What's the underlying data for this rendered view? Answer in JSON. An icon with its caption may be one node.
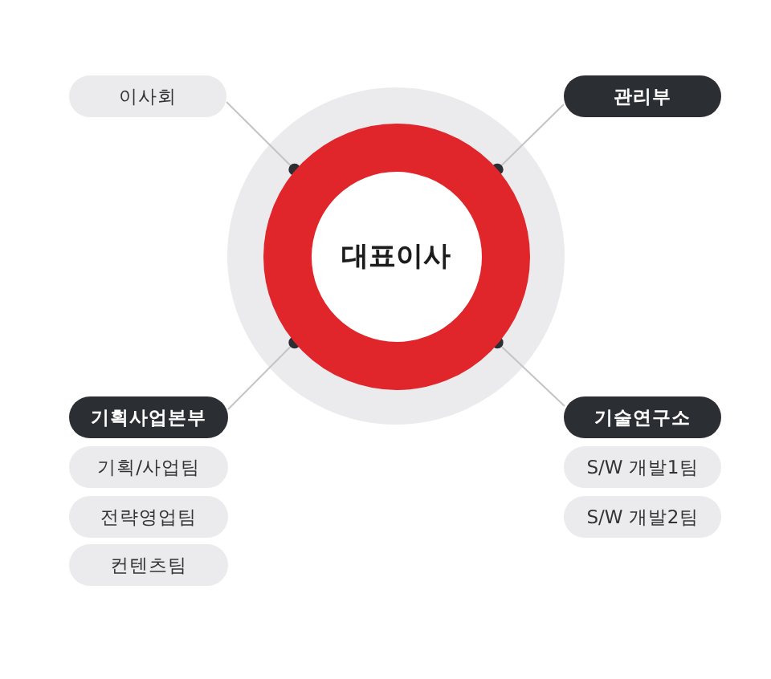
{
  "diagram": {
    "nodes": [
      {
        "text": [
          "이사회"
        ]
      },
      {
        "text": [
          "관리부"
        ]
      },
      {
        "text": [
          "대표이사"
        ]
      },
      {
        "text": [
          "기획사업본부"
        ]
      },
      {
        "text": [
          "기획/사업팀"
        ]
      },
      {
        "text": [
          "전략영업팀"
        ]
      },
      {
        "text": [
          "컨텐츠팀"
        ]
      },
      {
        "text": [
          "기술연구소"
        ]
      },
      {
        "text": [
          "S/W 개발1팀"
        ]
      },
      {
        "text": [
          "S/W 개발2팀"
        ]
      }
    ],
    "edges": [
      {
        "from": 2,
        "to": 0,
        "arrow": "other"
      },
      {
        "from": 2,
        "to": 1,
        "arrow": "other"
      },
      {
        "from": 2,
        "to": 3,
        "arrow": "other"
      },
      {
        "from": 2,
        "to": 7,
        "arrow": "other"
      }
    ]
  }
}
